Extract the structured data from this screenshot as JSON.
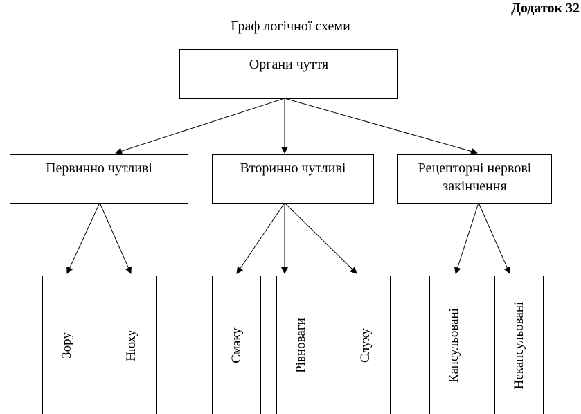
{
  "appendix_label": "Додаток 32",
  "title": "Граф логічної схеми",
  "root": {
    "label": "Органи чуття"
  },
  "groups": [
    {
      "label": "Первинно чутливі",
      "children": [
        "Зору",
        "Нюху"
      ]
    },
    {
      "label": "Вторинно чутливі",
      "children": [
        "Смаку",
        "Рівноваги",
        "Слуху"
      ]
    },
    {
      "label": "Рецепторні нервові закінчення",
      "children": [
        "Капсульовані",
        "Некапсульовані"
      ]
    }
  ]
}
